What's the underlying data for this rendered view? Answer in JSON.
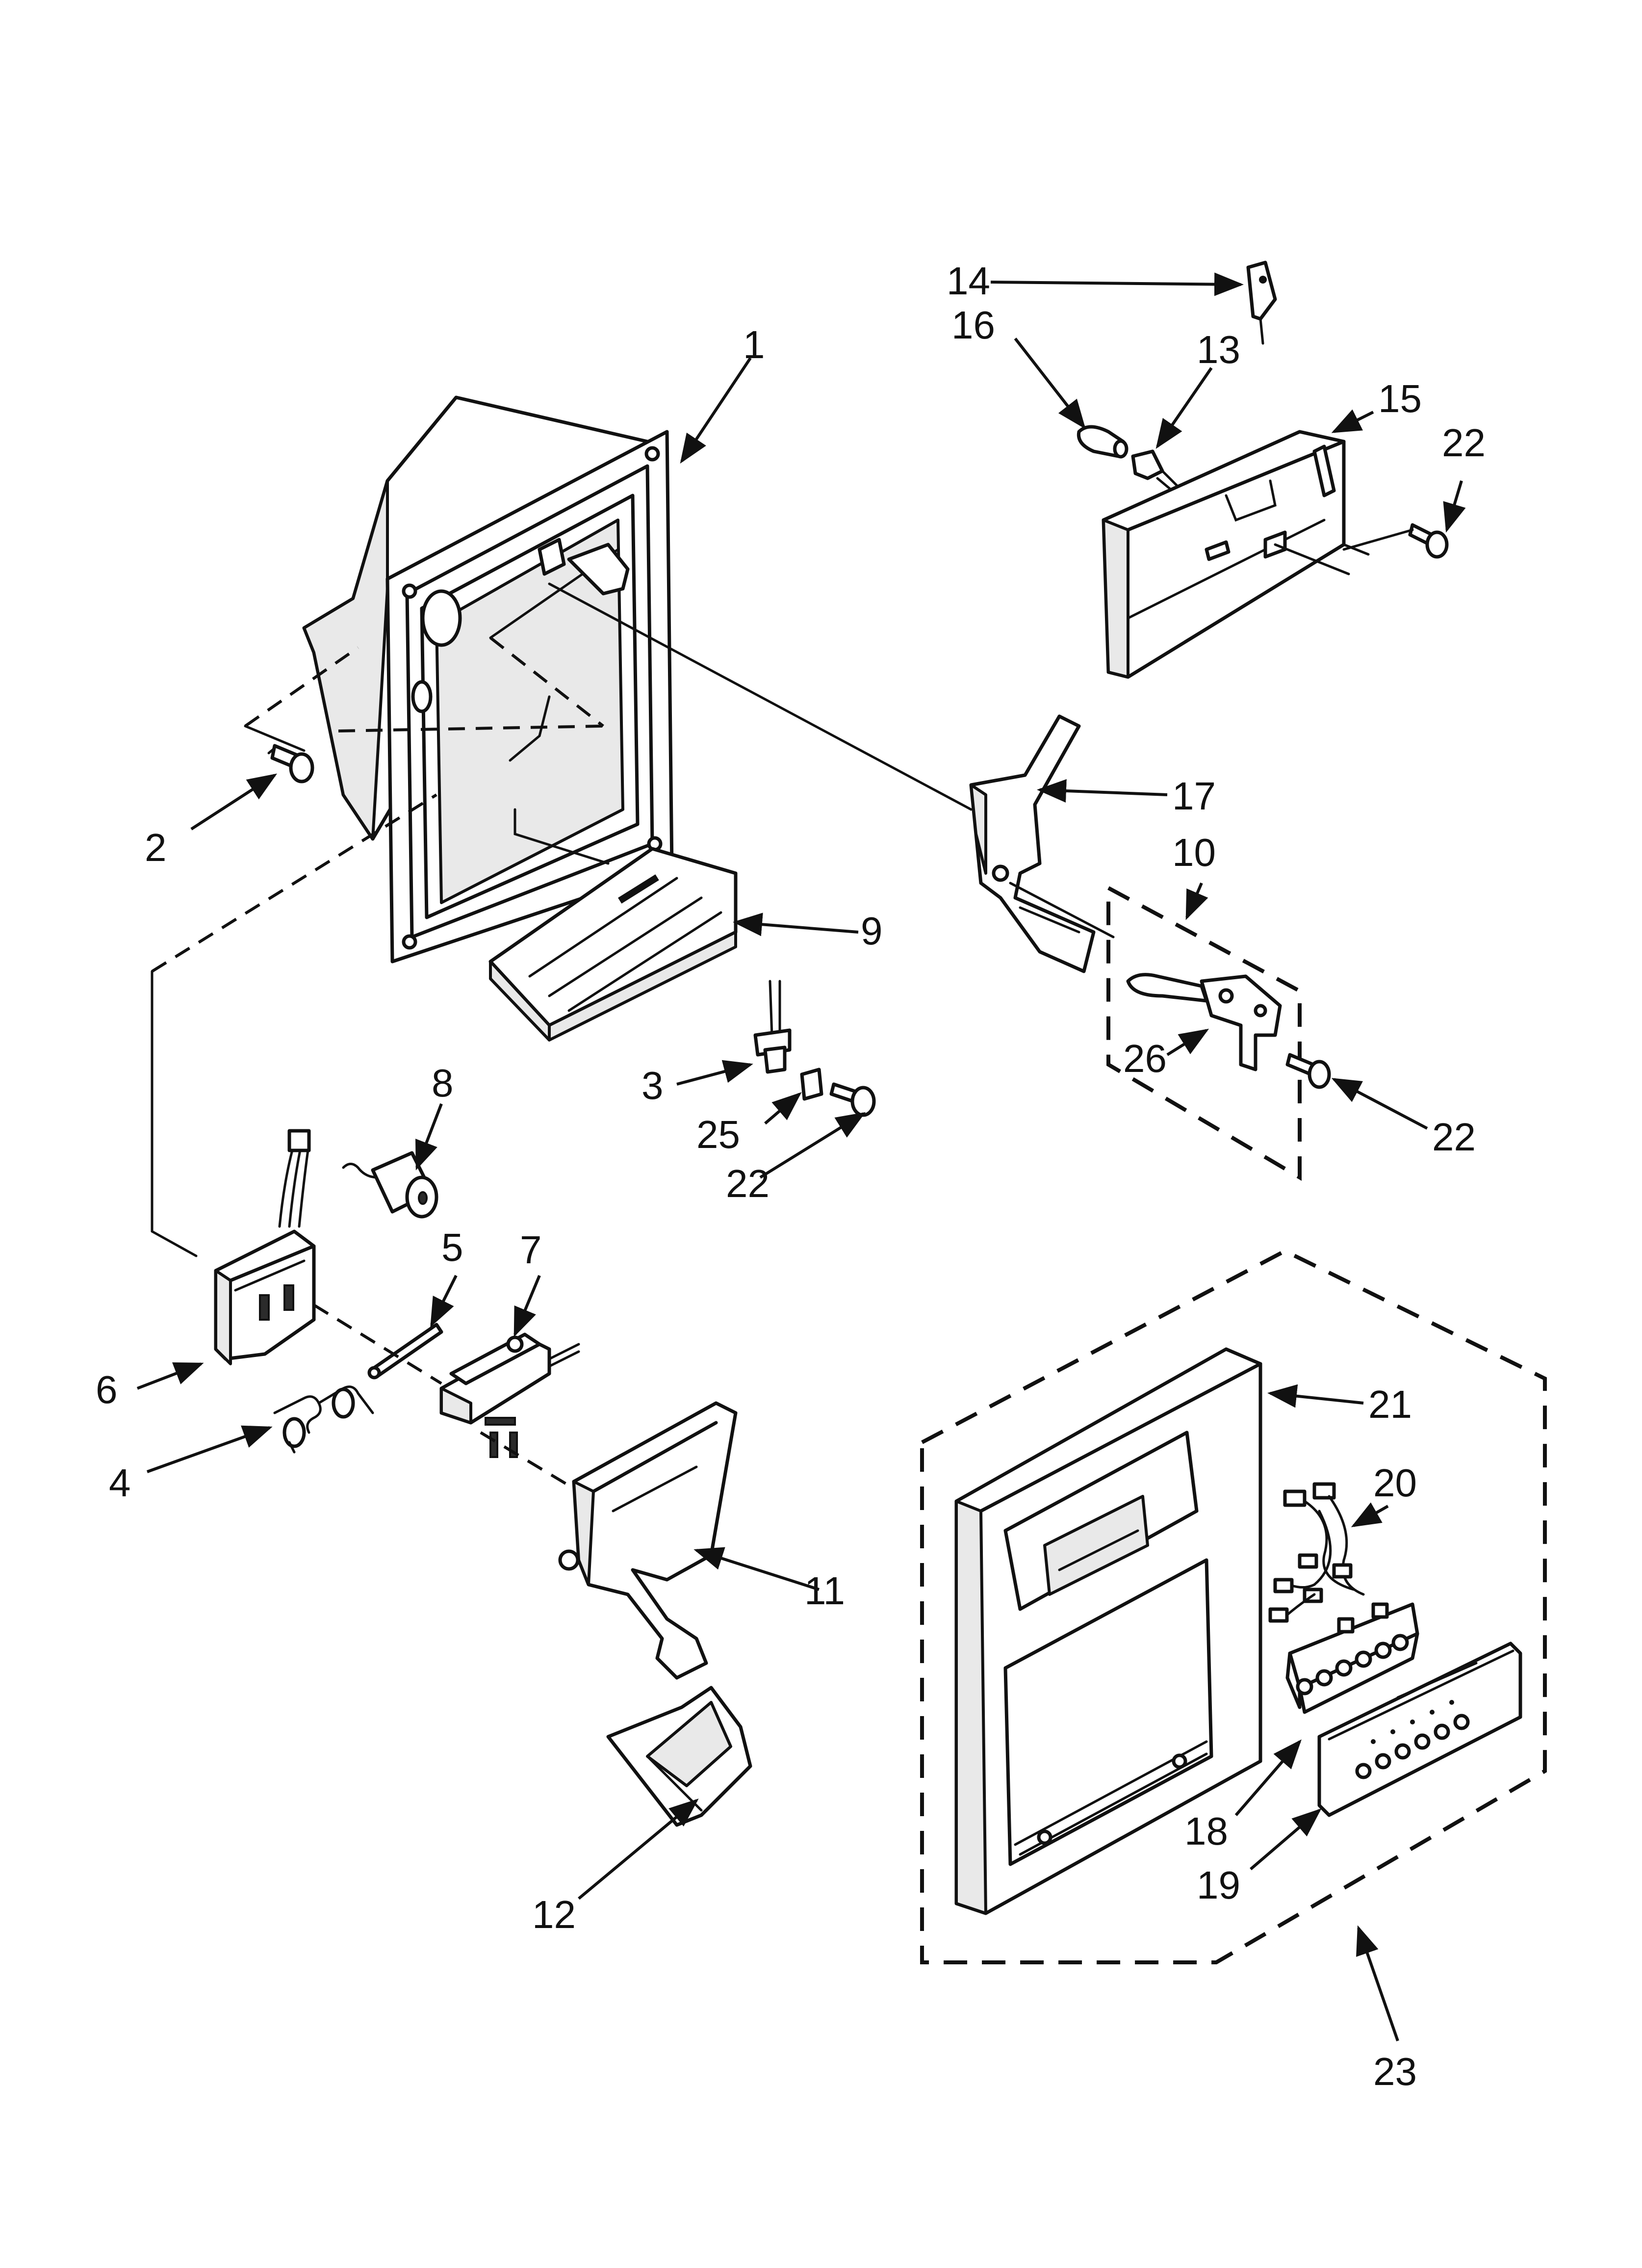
{
  "diagram": {
    "callouts": {
      "c1": "1",
      "c2": "2",
      "c3": "3",
      "c4": "4",
      "c5": "5",
      "c6": "6",
      "c7": "7",
      "c8": "8",
      "c9": "9",
      "c10": "10",
      "c11": "11",
      "c12": "12",
      "c13": "13",
      "c14": "14",
      "c15": "15",
      "c16": "16",
      "c17": "17",
      "c18": "18",
      "c19": "19",
      "c20": "20",
      "c21": "21",
      "c22a": "22",
      "c22b": "22",
      "c22c": "22",
      "c23": "23",
      "c25": "25",
      "c26": "26"
    }
  }
}
